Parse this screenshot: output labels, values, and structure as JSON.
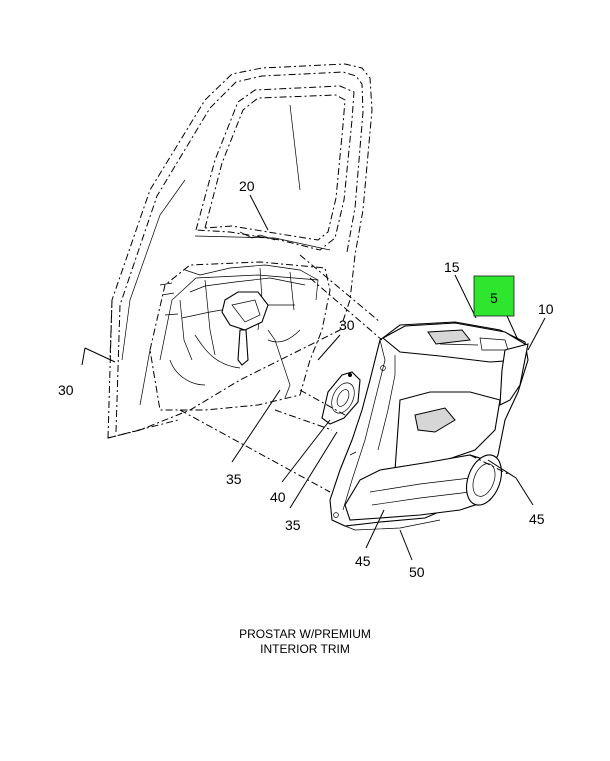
{
  "callouts": {
    "c20": "20",
    "c15": "15",
    "c5": "5",
    "c10": "10",
    "c30a": "30",
    "c30b": "30",
    "c35a": "35",
    "c40": "40",
    "c35b": "35",
    "c45a": "45",
    "c45b": "45",
    "c50": "50"
  },
  "highlight": {
    "callout": "5",
    "color": "#2ee62e"
  },
  "caption": {
    "line1": "PROSTAR W/PREMIUM",
    "line2": "INTERIOR TRIM"
  }
}
